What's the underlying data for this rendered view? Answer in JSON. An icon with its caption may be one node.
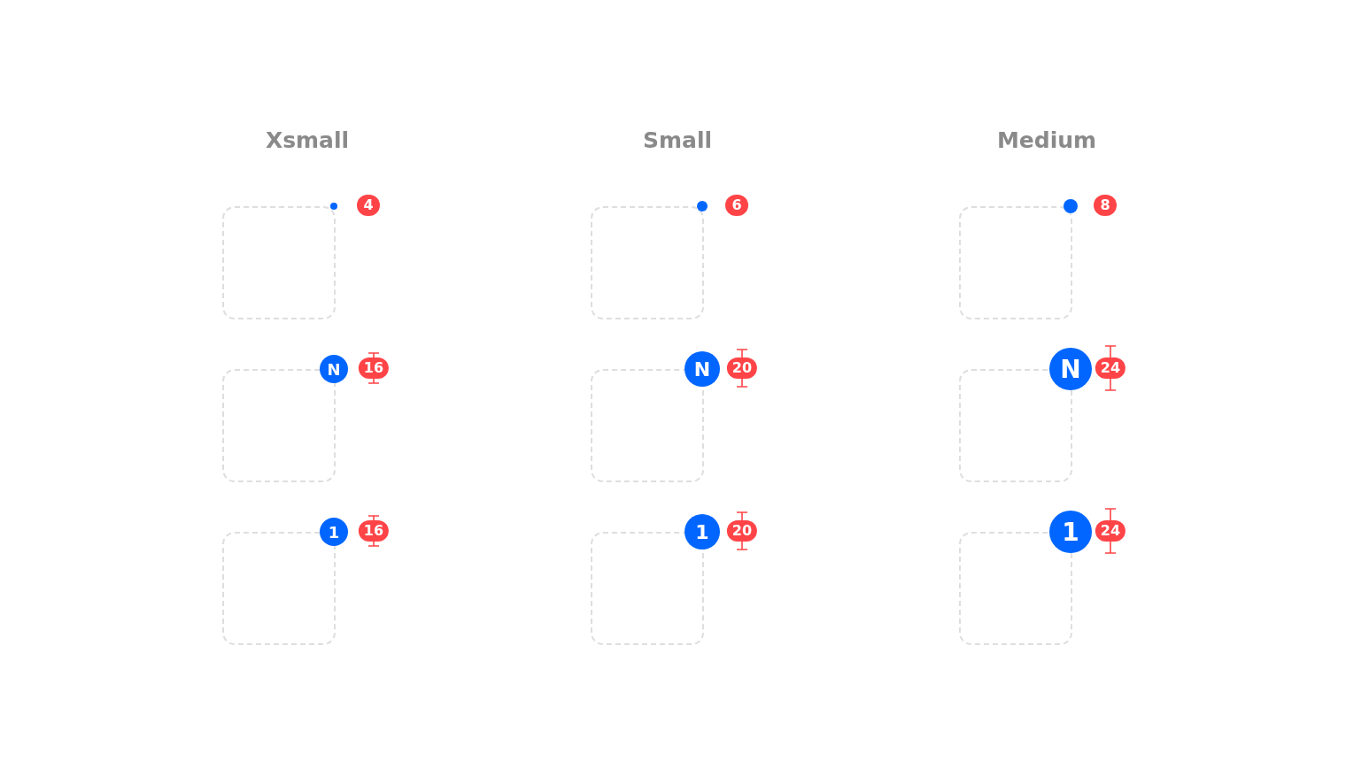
{
  "diagram": {
    "nodes": [
      {
        "text": [],
        "shape": "box"
      },
      {
        "text": [],
        "shape": "circle"
      },
      {
        "text": [],
        "shape": "box"
      },
      {
        "text": [],
        "shape": "circle"
      },
      {
        "text": [],
        "shape": "box"
      },
      {
        "text": [],
        "shape": "circle"
      },
      {
        "text": [],
        "shape": "box"
      },
      {
        "text": [
          "N"
        ]
      },
      {
        "text": [],
        "shape": "box"
      },
      {
        "text": [
          "N"
        ]
      },
      {
        "text": [],
        "shape": "box"
      },
      {
        "text": [
          "N"
        ]
      },
      {
        "text": [],
        "shape": "box"
      },
      {
        "text": [
          "1"
        ]
      },
      {
        "text": [],
        "shape": "box"
      },
      {
        "text": [
          "1"
        ]
      },
      {
        "text": [],
        "shape": "box"
      },
      {
        "text": [
          "1"
        ]
      }
    ],
    "labels": [
      "Xsmall",
      "Small",
      "Medium",
      "4",
      "6",
      "8",
      "16",
      "20",
      "24",
      "16",
      "20",
      "24"
    ]
  }
}
